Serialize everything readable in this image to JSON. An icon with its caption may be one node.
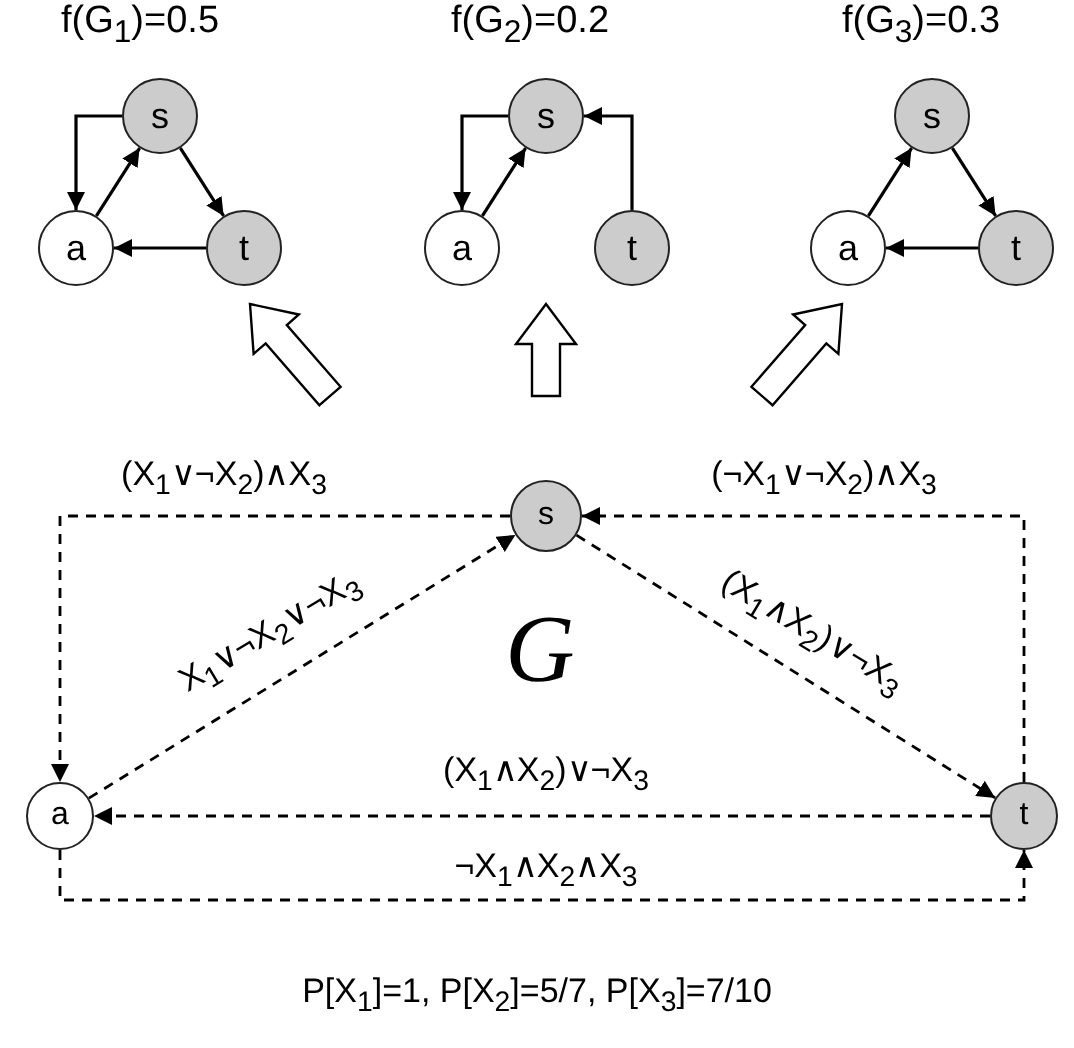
{
  "diagram": {
    "nodes": [
      {
        "text": [
          "f(G$_{1}$)=0.5"
        ]
      },
      {
        "text": [
          "s"
        ],
        "in": 0
      },
      {
        "text": [
          "a"
        ],
        "in": 0
      },
      {
        "text": [
          "t"
        ],
        "in": 0
      },
      {
        "text": [
          "f(G$_{2}$)=0.2"
        ]
      },
      {
        "text": [
          "s"
        ],
        "in": 4
      },
      {
        "text": [
          "a"
        ],
        "in": 4
      },
      {
        "text": [
          "t"
        ],
        "in": 4
      },
      {
        "text": [
          "f(G$_{3}$)=0.3"
        ]
      },
      {
        "text": [
          "s"
        ],
        "in": 8
      },
      {
        "text": [
          "a"
        ],
        "in": 8
      },
      {
        "text": [
          "t"
        ],
        "in": 8
      },
      {
        "text": [
          "G"
        ]
      },
      {
        "text": [
          "s"
        ],
        "in": 12
      },
      {
        "text": [
          "a"
        ],
        "in": 12
      },
      {
        "text": [
          "t"
        ],
        "in": 12
      }
    ],
    "edges": [
      {
        "from": 1,
        "to": 2,
        "arrow": "to"
      },
      {
        "from": 2,
        "to": 1,
        "arrow": "to"
      },
      {
        "from": 1,
        "to": 3,
        "arrow": "to"
      },
      {
        "from": 3,
        "to": 2,
        "arrow": "to"
      },
      {
        "from": 5,
        "to": 6,
        "arrow": "to"
      },
      {
        "from": 6,
        "to": 5,
        "arrow": "to"
      },
      {
        "from": 7,
        "to": 5,
        "arrow": "to"
      },
      {
        "from": 10,
        "to": 9,
        "arrow": "to"
      },
      {
        "from": 9,
        "to": 11,
        "arrow": "to"
      },
      {
        "from": 11,
        "to": 10,
        "arrow": "to"
      },
      {
        "from": 13,
        "to": 14,
        "arrow": "to",
        "style": "dashed",
        "label": "(X$_{1}$∨¬X$_{2}$)∧X$_{3}$"
      },
      {
        "from": 15,
        "to": 13,
        "arrow": "to",
        "style": "dashed",
        "label": "(¬X$_{1}$∨¬X$_{2}$)∧X$_{3}$"
      },
      {
        "from": 14,
        "to": 13,
        "arrow": "to",
        "style": "dashed",
        "label": "X$_{1}$∨¬X$_{2}$∨¬X$_{3}$"
      },
      {
        "from": 13,
        "to": 15,
        "arrow": "to",
        "style": "dashed",
        "label": "(X$_{1}$∧X$_{2}$)∨¬X$_{3}$"
      },
      {
        "from": 15,
        "to": 14,
        "arrow": "to",
        "style": "dashed",
        "label": "(X$_{1}$∧X$_{2}$)∨¬X$_{3}$"
      },
      {
        "from": 14,
        "to": 15,
        "arrow": "to",
        "style": "dashed",
        "label": "¬X$_{1}$∧X$_{2}$∧X$_{3}$"
      },
      {
        "from": 12,
        "to": 0,
        "arrow": "to",
        "style": "thick"
      },
      {
        "from": 12,
        "to": 4,
        "arrow": "to",
        "style": "thick"
      },
      {
        "from": 12,
        "to": 8,
        "arrow": "to",
        "style": "thick"
      }
    ],
    "caption": "P[X$_{1}$]=1, P[X$_{2}$]=5/7, P[X$_{3}$]=7/10"
  }
}
